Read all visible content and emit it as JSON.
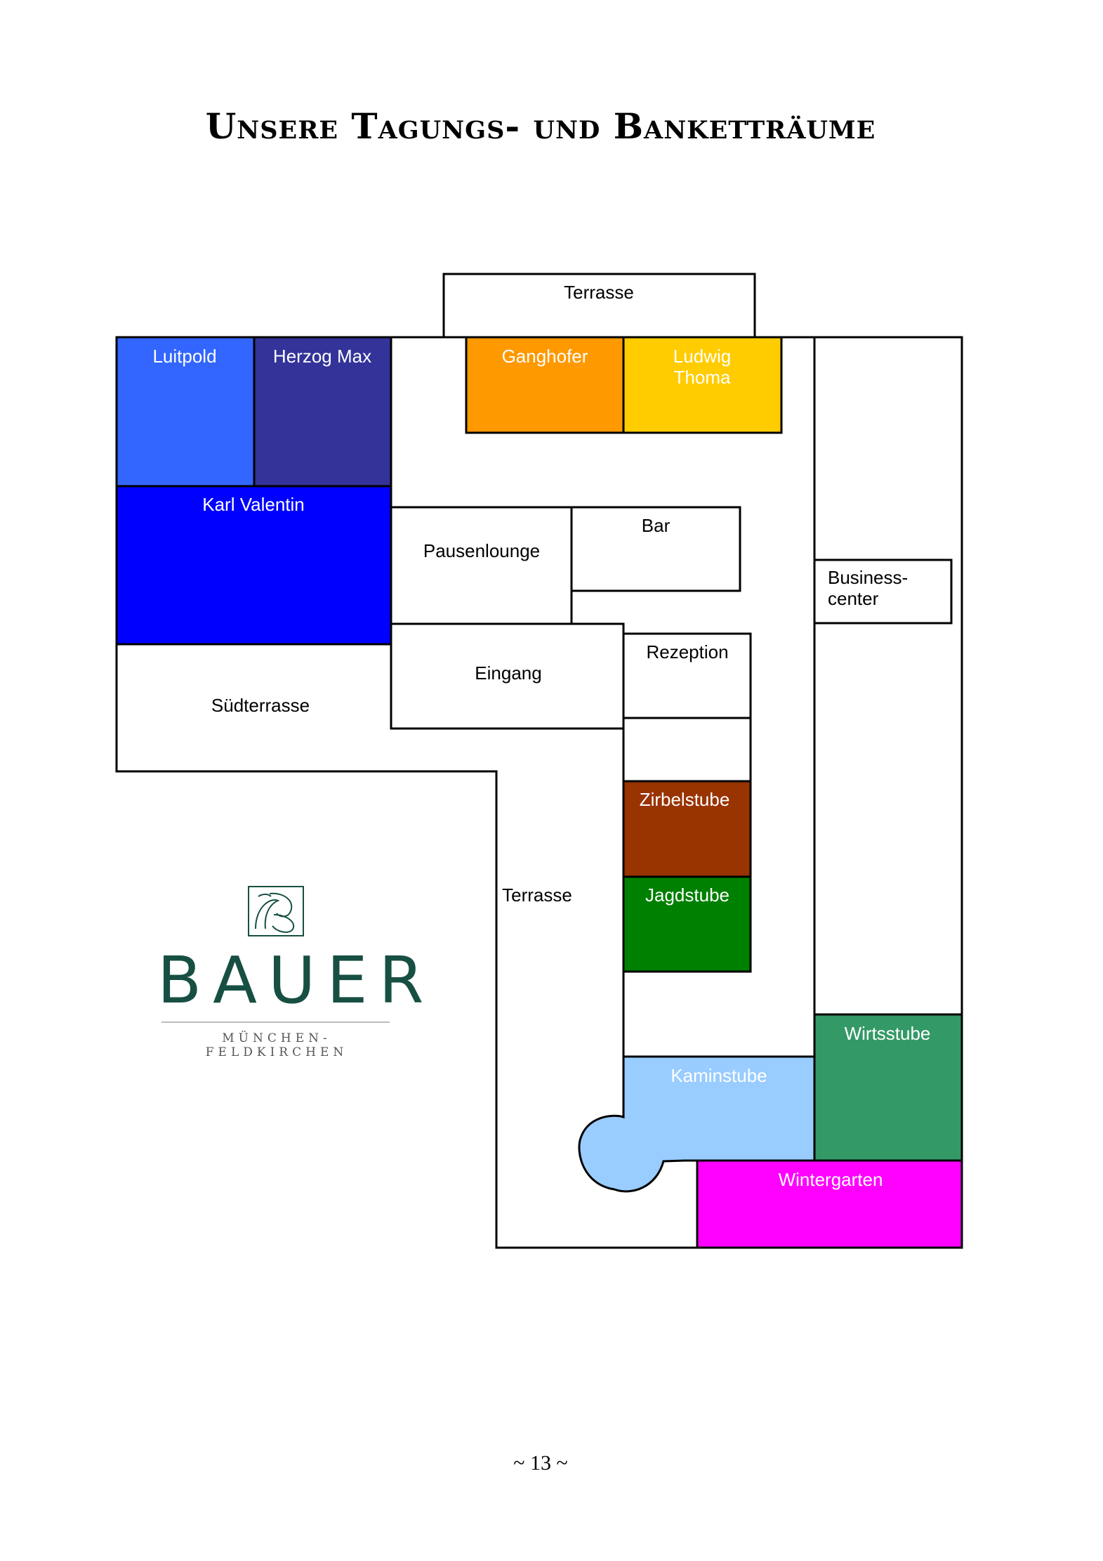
{
  "title": "Unsere Tagungs- und Banketträume",
  "rooms": {
    "terrasse_top": "Terrasse",
    "luitpold": "Luitpold",
    "herzog_max": "Herzog Max",
    "ganghofer": "Ganghofer",
    "ludwig_thoma_1": "Ludwig",
    "ludwig_thoma_2": "Thoma",
    "karl_valentin": "Karl Valentin",
    "pausenlounge": "Pausenlounge",
    "bar": "Bar",
    "businesscenter_1": "Business-",
    "businesscenter_2": "center",
    "eingang": "Eingang",
    "rezeption": "Rezeption",
    "suedterrasse": "Südterrasse",
    "zirbelstube": "Zirbelstube",
    "terrasse_mid": "Terrasse",
    "jagdstube": "Jagdstube",
    "wirtsstube": "Wirtsstube",
    "kaminstube": "Kaminstube",
    "wintergarten": "Wintergarten"
  },
  "colors": {
    "luitpold": "#3366ff",
    "herzog_max": "#333399",
    "ganghofer": "#ff9900",
    "ludwig_thoma": "#ffcc00",
    "karl_valentin": "#0000ff",
    "zirbelstube": "#993300",
    "jagdstube": "#008000",
    "wirtsstube": "#339966",
    "kaminstube": "#99ccff",
    "wintergarten": "#ff00ff",
    "logo": "#174f43"
  },
  "logo": {
    "icon": "bauer-monogram-icon",
    "name": "BAUER",
    "subtitle": "MÜNCHEN-FELDKIRCHEN"
  },
  "page_number": "~ 13 ~"
}
